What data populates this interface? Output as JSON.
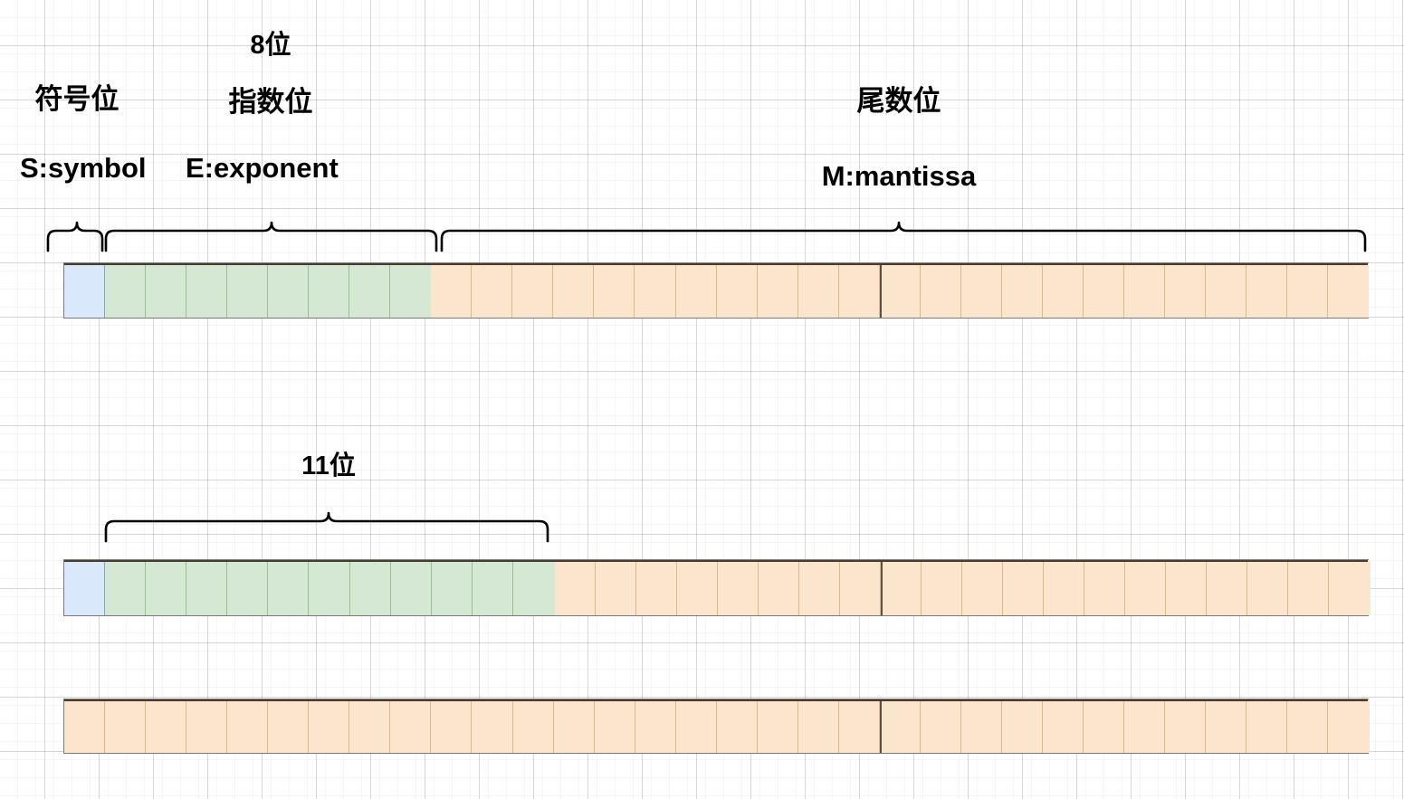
{
  "diagram": {
    "title_semantic": "ieee-754-floating-point-bit-layout",
    "background": "#ffffff",
    "grid_minor_color": "#f2f2f2",
    "grid_major_color": "#d9d9d9"
  },
  "labels": {
    "sign_cjk": "符号位",
    "sign_latin": "S:symbol",
    "exponent_bits_single": "8位",
    "exponent_cjk": "指数位",
    "exponent_latin": "E:exponent",
    "mantissa_cjk": "尾数位",
    "mantissa_latin": "M:mantissa",
    "exponent_bits_double": "11位"
  },
  "colors": {
    "sign_fill": "#dae8fc",
    "sign_stroke": "#7ea6d8",
    "exponent_fill": "#d5e8d4",
    "exponent_stroke": "#82b366",
    "mantissa_fill": "#fce5cd",
    "mantissa_stroke": "#d6b656",
    "bar_outline": "#7a7a7a",
    "brace_stroke": "#000000"
  },
  "bars": [
    {
      "name": "single-precision-bar",
      "sign_bits": 1,
      "exponent_bits": 8,
      "mantissa_bits": 23,
      "total_bits": 32
    },
    {
      "name": "double-precision-bar",
      "sign_bits": 1,
      "exponent_bits": 11,
      "mantissa_bits": 20,
      "total_bits": 32
    },
    {
      "name": "mantissa-continuation-bar",
      "sign_bits": 0,
      "exponent_bits": 0,
      "mantissa_bits": 32,
      "total_bits": 32
    }
  ],
  "braces": [
    {
      "name": "sign-brace",
      "label": "符号位"
    },
    {
      "name": "exponent-brace-single",
      "label": "指数位"
    },
    {
      "name": "mantissa-brace",
      "label": "尾数位"
    },
    {
      "name": "exponent-brace-double",
      "label": "11位"
    }
  ]
}
